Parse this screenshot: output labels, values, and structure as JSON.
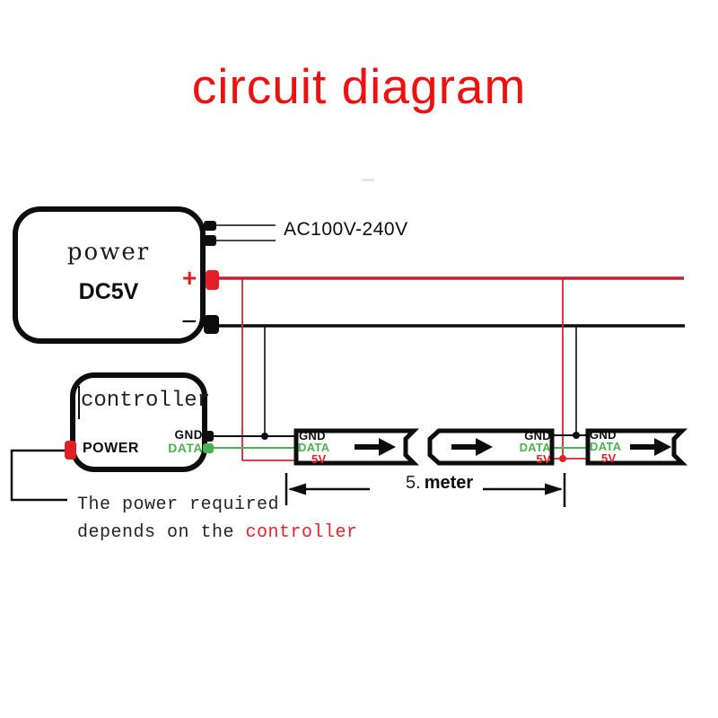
{
  "title": "circuit diagram",
  "power": {
    "name": "power",
    "voltage": "DC5V",
    "plus": "+",
    "minus": "−"
  },
  "ac_input_label": "AC100V-240V",
  "controller": {
    "name": "controller",
    "power_pin": "POWER",
    "gnd_pin": "GND",
    "data_pin": "DATA"
  },
  "strips": [
    {
      "pins": {
        "gnd": "GND",
        "data": "DATA",
        "v5": "5V"
      }
    },
    {
      "pins": {
        "gnd": "GND",
        "data": "DATA",
        "v5": "5V"
      }
    },
    {
      "pins": {
        "gnd": "GND",
        "data": "DATA",
        "v5": "5V"
      }
    }
  ],
  "dimension": {
    "value": "5.",
    "unit": "meter"
  },
  "note": {
    "line1": "The power required",
    "line2_prefix": "depends on the ",
    "line2_highlight": "controller"
  },
  "icons": {
    "strip_arrow": "right-arrow",
    "dimension_arrow": "double-headed-arrow"
  },
  "colors": {
    "title_red": "#ee1111",
    "bus_red": "#c22130",
    "wire_red": "#d9252e",
    "data_green": "#4bb250",
    "v5_red": "#ed1c24",
    "wire_black": "#0d0d0d"
  }
}
